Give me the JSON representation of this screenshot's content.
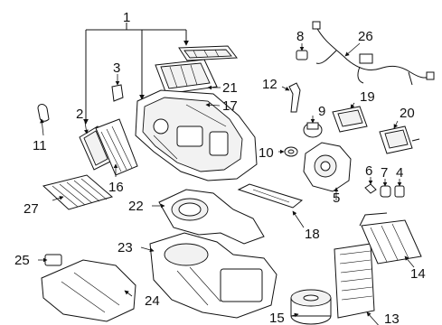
{
  "figure": {
    "title": "",
    "callouts": {
      "c1": "1",
      "c2": "2",
      "c3": "3",
      "c4": "4",
      "c5": "5",
      "c6": "6",
      "c7": "7",
      "c8": "8",
      "c9": "9",
      "c10": "10",
      "c11": "11",
      "c12": "12",
      "c13": "13",
      "c14": "14",
      "c15": "15",
      "c16": "16",
      "c17": "17",
      "c18": "18",
      "c19": "19",
      "c20": "20",
      "c21": "21",
      "c22": "22",
      "c23": "23",
      "c24": "24",
      "c25": "25",
      "c26": "26",
      "c27": "27"
    }
  }
}
